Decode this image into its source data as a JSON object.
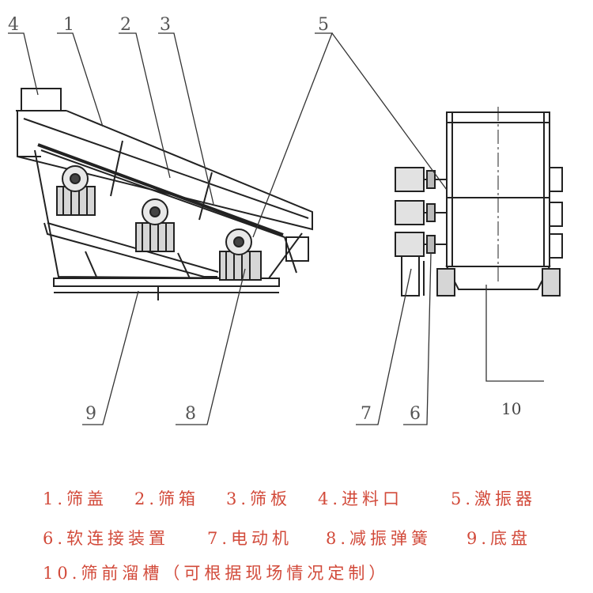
{
  "callouts": [
    "1",
    "2",
    "3",
    "4",
    "5",
    "6",
    "7",
    "8",
    "9",
    "10"
  ],
  "legend": [
    "1.筛盖",
    "2.筛箱",
    "3.筛板",
    "4.进料口",
    "5.激振器",
    "6.软连接装置",
    "7.电动机",
    "8.减振弹簧",
    "9.底盘",
    "10.筛前溜槽（可根据现场情况定制）"
  ],
  "colors": {
    "line": "#222222",
    "label": "#555555",
    "legend_text": "#d24a3a"
  }
}
